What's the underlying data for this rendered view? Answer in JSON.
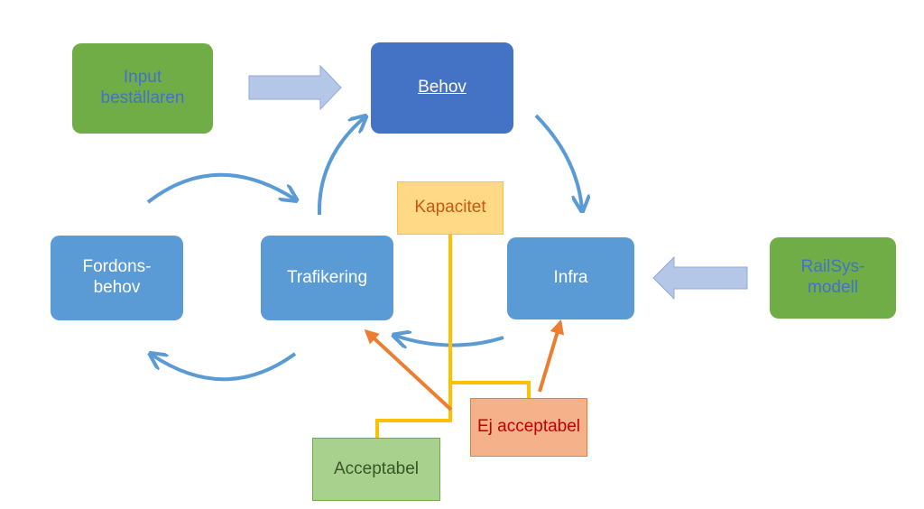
{
  "nodes": {
    "input": [
      "Input",
      "beställaren"
    ],
    "behov": "Behov",
    "fordonsbehov": [
      "Fordons-",
      "behov"
    ],
    "trafikering": "Trafikering",
    "infra": "Infra",
    "railsys": [
      "RailSys-",
      "modell"
    ],
    "kapacitet": "Kapacitet",
    "acceptabel": "Acceptabel",
    "ej_acceptabel": "Ej acceptabel"
  },
  "colors": {
    "green": "#70ad47",
    "blue": "#5b9bd5",
    "dark_blue": "#4472c4",
    "block_arrow": "#b4c7e7",
    "cycle_arrow": "#5b9bd5",
    "orange_arrow": "#ed7d31",
    "yellow_line": "#ffc000"
  }
}
